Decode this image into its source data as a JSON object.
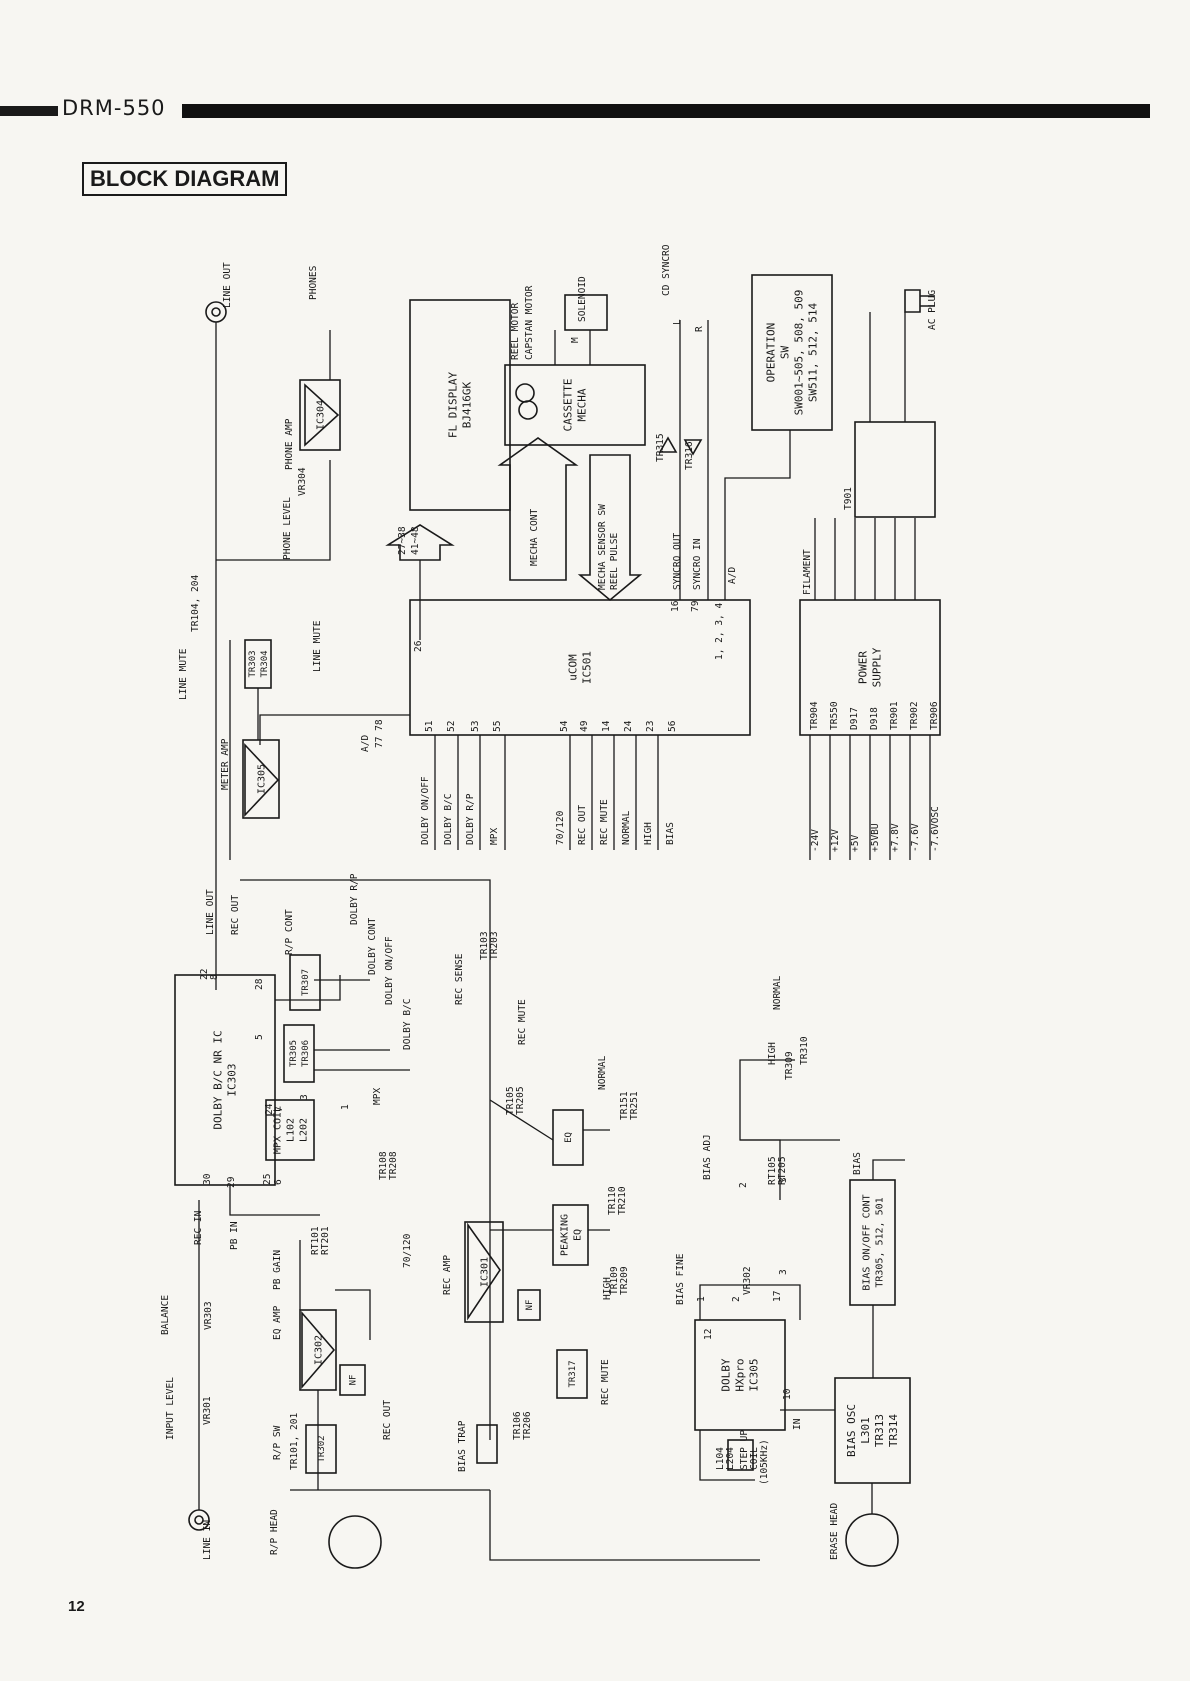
{
  "header": {
    "model": "DRM-550"
  },
  "title": "BLOCK DIAGRAM",
  "page_number": "12",
  "blocks": [
    {
      "id": "fl-display",
      "lines": [
        "FL DISPLAY",
        "BJ416GK"
      ]
    },
    {
      "id": "cassette-mecha",
      "lines": [
        "CASSETTE",
        "MECHA"
      ]
    },
    {
      "id": "operation-sw",
      "lines": [
        "OPERATION",
        "SW",
        "SW001~505, 508, 509",
        "SW511, 512, 514"
      ]
    },
    {
      "id": "ucom",
      "lines": [
        "uCOM",
        "IC501"
      ]
    },
    {
      "id": "power-supply",
      "lines": [
        "POWER",
        "SUPPLY"
      ]
    },
    {
      "id": "dolby-nr",
      "lines": [
        "DOLBY B/C NR IC",
        "IC303"
      ]
    },
    {
      "id": "dolby-hx",
      "lines": [
        "DOLBY",
        "HXpro",
        "IC305"
      ]
    },
    {
      "id": "bias-onoff",
      "lines": [
        "BIAS ON/OFF CONT",
        "TR305, 512, 501"
      ]
    },
    {
      "id": "bias-osc",
      "lines": [
        "BIAS OSC",
        "L301",
        "TR313",
        "TR314"
      ]
    },
    {
      "id": "ic304",
      "lines": [
        "IC304"
      ]
    },
    {
      "id": "ic305",
      "lines": [
        "IC305"
      ]
    },
    {
      "id": "ic302",
      "lines": [
        "IC302"
      ]
    },
    {
      "id": "ic301",
      "lines": [
        "IC301"
      ]
    },
    {
      "id": "tr303",
      "lines": [
        "TR303",
        "TR304"
      ]
    },
    {
      "id": "tr307",
      "lines": [
        "TR307"
      ]
    },
    {
      "id": "tr305",
      "lines": [
        "TR305",
        "TR306"
      ]
    },
    {
      "id": "mpx-coil",
      "lines": [
        "MPX COIL",
        "L102",
        "L202"
      ]
    },
    {
      "id": "eq",
      "lines": [
        "EQ"
      ]
    },
    {
      "id": "peaking-eq",
      "lines": [
        "PEAKING",
        "EQ"
      ]
    },
    {
      "id": "nf-rec",
      "lines": [
        "NF"
      ]
    },
    {
      "id": "nf-eq",
      "lines": [
        "NF"
      ]
    },
    {
      "id": "tr302",
      "lines": [
        "TR302"
      ]
    },
    {
      "id": "tr317",
      "lines": [
        "TR317"
      ]
    },
    {
      "id": "bias-trap",
      "lines": [
        ""
      ]
    },
    {
      "id": "step-coil",
      "lines": [
        ""
      ]
    }
  ],
  "labels": {
    "line_out": "LINE OUT",
    "phones": "PHONES",
    "phone_amp": "PHONE AMP",
    "phone_level": "PHONE LEVEL",
    "vr304": "VR304",
    "line_mute": "LINE MUTE",
    "tr104": "TR104, 204",
    "meter_amp": "METER AMP",
    "ad": "A/D",
    "pins_77_78": "77 78",
    "pins_27_38": "27~38",
    "pins_41_48": "41~48",
    "line_mute_text": "LINE MUTE",
    "reel_motor": "REEL MOTOR",
    "capstan_motor": "CAPSTAN MOTOR",
    "solenoid": "SOLENOID",
    "mecha_cont": "MECHA CONT",
    "mecha_sensor": "MECHA SENSOR SW",
    "reel_pulse": "REEL PULSE",
    "cd_syncro": "CD SYNCRO",
    "syncro_out": "SYNCRO OUT",
    "syncro_in": "SYNCRO IN",
    "tr315": "TR315",
    "tr316": "TR316",
    "pin16": "16",
    "pin79": "79",
    "pins_1234": "1, 2, 3, 4",
    "ad2": "A/D",
    "t901": "T901",
    "filament": "FILAMENT",
    "ac_plug": "AC PLUG",
    "l": "L",
    "r": "R",
    "m": "M",
    "dolby_onoff": "DOLBY ON/OFF",
    "dolby_bc": "DOLBY B/C",
    "dolby_rp": "DOLBY R/P",
    "mpx": "MPX",
    "sw_70_120": "70/120",
    "rec_out_sig": "REC OUT",
    "rec_mute_sig": "REC MUTE",
    "normal_sig": "NORMAL",
    "high_sig": "HIGH",
    "bias_sig": "BIAS",
    "pin51": "51",
    "pin52": "52",
    "pin53": "53",
    "pin55": "55",
    "pin54": "54",
    "pin49": "49",
    "pin14": "14",
    "pin24": "24",
    "pin23": "23",
    "pin56": "56",
    "pin26": "26",
    "tr904": "TR904",
    "tr550": "TR550",
    "d917": "D917",
    "d918": "D918",
    "tr901": "TR901",
    "tr902": "TR902",
    "tr906": "TR906",
    "v_m24": "-24V",
    "v_12": "+12V",
    "v_5": "+5V",
    "v_5vbu": "+5VBU",
    "v_78": "+7.8V",
    "v_m76": "-7.6V",
    "v_m76osc": "-7.6VOSC",
    "line_out2": "LINE OUT",
    "rec_out2": "REC OUT",
    "rp_cont": "R/P CONT",
    "dolby_rp2": "DOLBY R/P",
    "dolby_cont": "DOLBY CONT",
    "dolby_onoff2": "DOLBY ON/OFF",
    "dolby_bc2": "DOLBY B/C",
    "rec_sense": "REC SENSE",
    "tr103": "TR103",
    "tr203": "TR203",
    "rec_mute": "REC MUTE",
    "tr105": "TR105",
    "tr205": "TR205",
    "normal": "NORMAL",
    "tr151": "TR151",
    "tr251": "TR251",
    "tr110": "TR110",
    "tr210": "TR210",
    "high": "HIGH",
    "tr109": "TR109",
    "tr209": "TR209",
    "mpx2": "MPX",
    "tr108": "TR108",
    "tr208": "TR208",
    "pin22": "22",
    "pin8": "8",
    "pin5": "5",
    "pin28": "28",
    "pin24b": "24",
    "pin7": "7",
    "pin25": "25",
    "pin6": "6",
    "pin30": "30",
    "pin29": "29",
    "pin3": "3",
    "pin1": "1",
    "rec_in": "REC IN",
    "pb_in": "PB IN",
    "pb_gain": "PB GAIN",
    "rt101": "RT101",
    "rt201": "RT201",
    "eq_amp": "EQ AMP",
    "sw_70_120b": "70/120",
    "rec_out3": "REC OUT",
    "rp_sw": "R/P SW",
    "tr101": "TR101, 201",
    "input_level": "INPUT LEVEL",
    "balance": "BALANCE",
    "vr301": "VR301",
    "vr303": "VR303",
    "line_in": "LINE IN",
    "rp_head": "R/P HEAD",
    "rec_amp": "REC AMP",
    "bias_trap": "BIAS TRAP",
    "tr106": "TR106",
    "tr206": "TR206",
    "rec_mute2": "REC MUTE",
    "bias_fine": "BIAS FINE",
    "vr302": "VR302",
    "bias_adj": "BIAS ADJ",
    "rt105": "RT105",
    "rt205": "RT205",
    "tr309": "TR309",
    "tr310": "TR310",
    "high2": "HIGH",
    "normal2": "NORMAL",
    "bias2": "BIAS",
    "l104": "L104",
    "l204": "L204",
    "step_up": "STEP UP",
    "coil": "COIL",
    "khz": "(105KHz)",
    "in": "IN",
    "pin10": "10",
    "pin17": "17",
    "pin2": "2",
    "pin1b": "1",
    "pin3b": "3",
    "pin2b": "2",
    "pin3c": "3",
    "pin12": "12",
    "erase_head": "ERASE HEAD"
  }
}
